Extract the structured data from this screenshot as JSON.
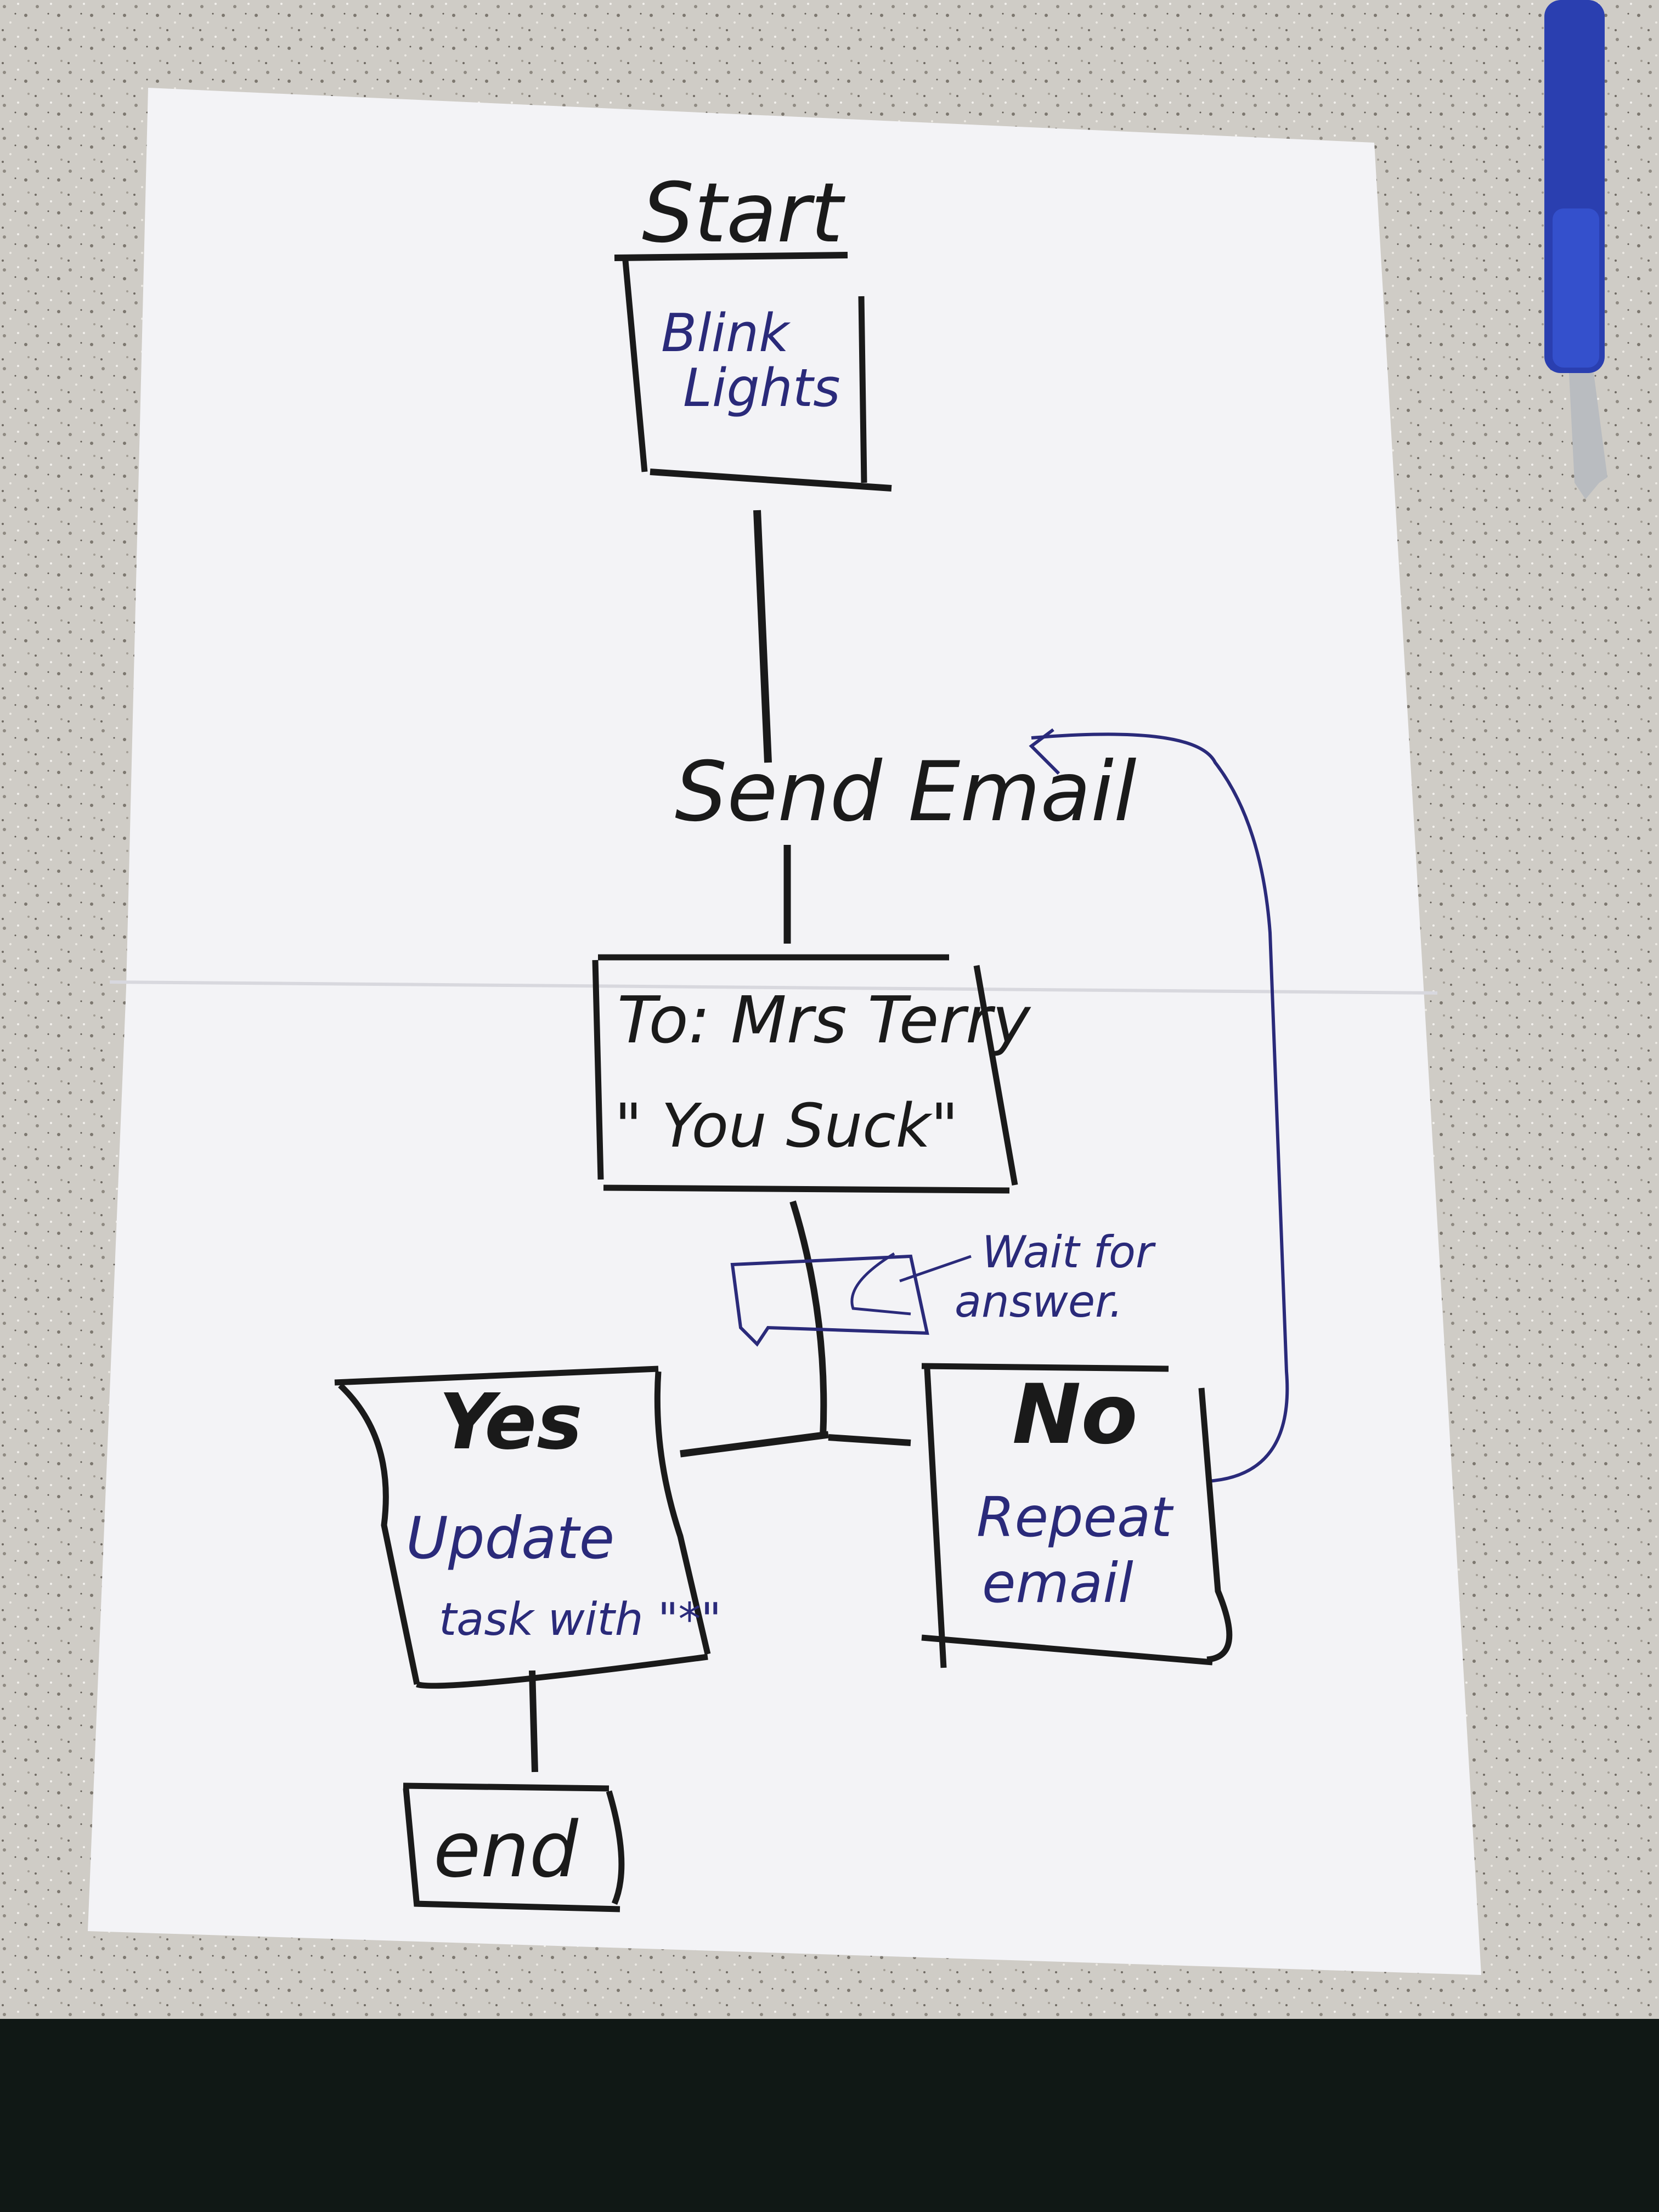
{
  "diagram": {
    "nodes": {
      "start": "Start",
      "blink_lights": [
        "Blink",
        "Lights"
      ],
      "send_email": "Send Email",
      "to_line": "To: Mrs Terry",
      "message": "\" You Suck\"",
      "wait_note": [
        "Wait for",
        "answer."
      ],
      "yes_title": "Yes",
      "yes_body": [
        "Update",
        "task with \"*\""
      ],
      "no_title": "No",
      "no_body": [
        "Repeat",
        "email"
      ],
      "end": "end"
    }
  },
  "colors": {
    "paper": "#f3f3f6",
    "pencil": "#1a1a1a",
    "blue_pen": "#2a2a7a",
    "counter": "#cfccc6",
    "floor": "#101815",
    "pen_body": "#2a3fb0"
  }
}
